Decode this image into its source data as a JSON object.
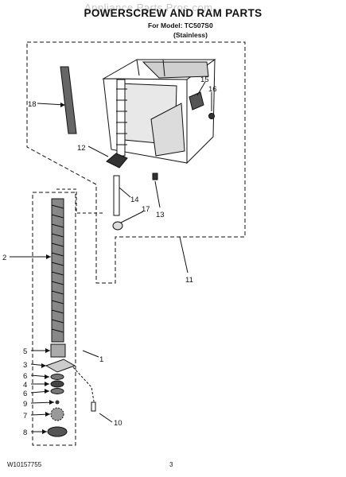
{
  "watermark": "Appliance Parts Pros.com",
  "header": {
    "title": "POWERSCREW AND RAM PARTS",
    "model_line": "For Model: TC507S0",
    "variant": "(Stainless)"
  },
  "footer": {
    "doc_number": "W10157755",
    "page_number": "3"
  },
  "callouts": [
    "1",
    "2",
    "3",
    "4",
    "5",
    "6",
    "6",
    "7",
    "8",
    "9",
    "10",
    "11",
    "12",
    "13",
    "14",
    "15",
    "16",
    "17",
    "18"
  ]
}
